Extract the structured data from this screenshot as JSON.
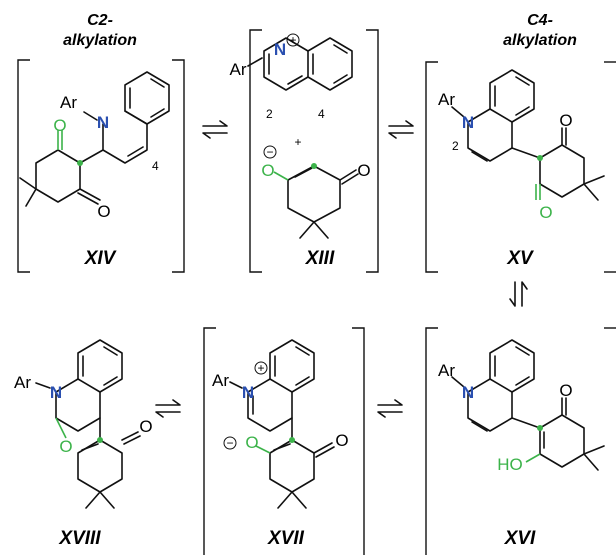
{
  "colors": {
    "nitrogen": "#2a4fb0",
    "oxygen": "#3cb34a",
    "bond": "#111111"
  },
  "headings": {
    "c2_line1": "C2-",
    "c2_line2": "alkylation",
    "c4_line1": "C4-",
    "c4_line2": "alkylation"
  },
  "atoms": {
    "ar": "Ar",
    "n": "N",
    "o": "O",
    "ho": "HO",
    "plus": "+",
    "minus": "−",
    "plus_sign": "+"
  },
  "positions": {
    "two": "2",
    "four": "4"
  },
  "labels": {
    "xiv": "XIV",
    "xiii": "XIII",
    "xv": "XV",
    "xviii": "XVIII",
    "xvii": "XVII",
    "xvi": "XVI"
  },
  "arrows": {
    "eq": "⇌"
  }
}
